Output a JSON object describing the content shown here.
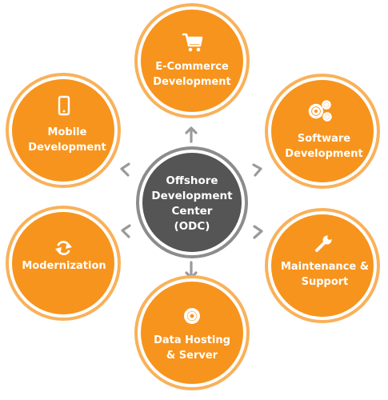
{
  "center": {
    "lines": [
      "Offshore",
      "Development",
      "Center",
      "(ODC)"
    ],
    "colors": {
      "fill": "#555555",
      "ring": "#ffffff",
      "outer": "#8c8c8c"
    }
  },
  "nodes": [
    {
      "key": "ecommerce",
      "icon": "shopping-cart-icon",
      "lines": [
        "E-Commerce",
        "Development"
      ]
    },
    {
      "key": "software",
      "icon": "cogs-icon",
      "lines": [
        "Software",
        "Development"
      ]
    },
    {
      "key": "maintenance",
      "icon": "wrench-icon",
      "lines": [
        "Maintenance &",
        "Support"
      ]
    },
    {
      "key": "hosting",
      "icon": "gear-icon",
      "lines": [
        "Data Hosting",
        "& Server"
      ]
    },
    {
      "key": "modernization",
      "icon": "refresh-icon",
      "lines": [
        "Modernization"
      ]
    },
    {
      "key": "mobile",
      "icon": "mobile-phone-icon",
      "lines": [
        "Mobile",
        "Development"
      ]
    }
  ],
  "colors": {
    "node_fill": "#f7941d",
    "node_ring": "#ffffff",
    "node_outer": "#f9b15a",
    "arrow": "#9a9a9a"
  }
}
